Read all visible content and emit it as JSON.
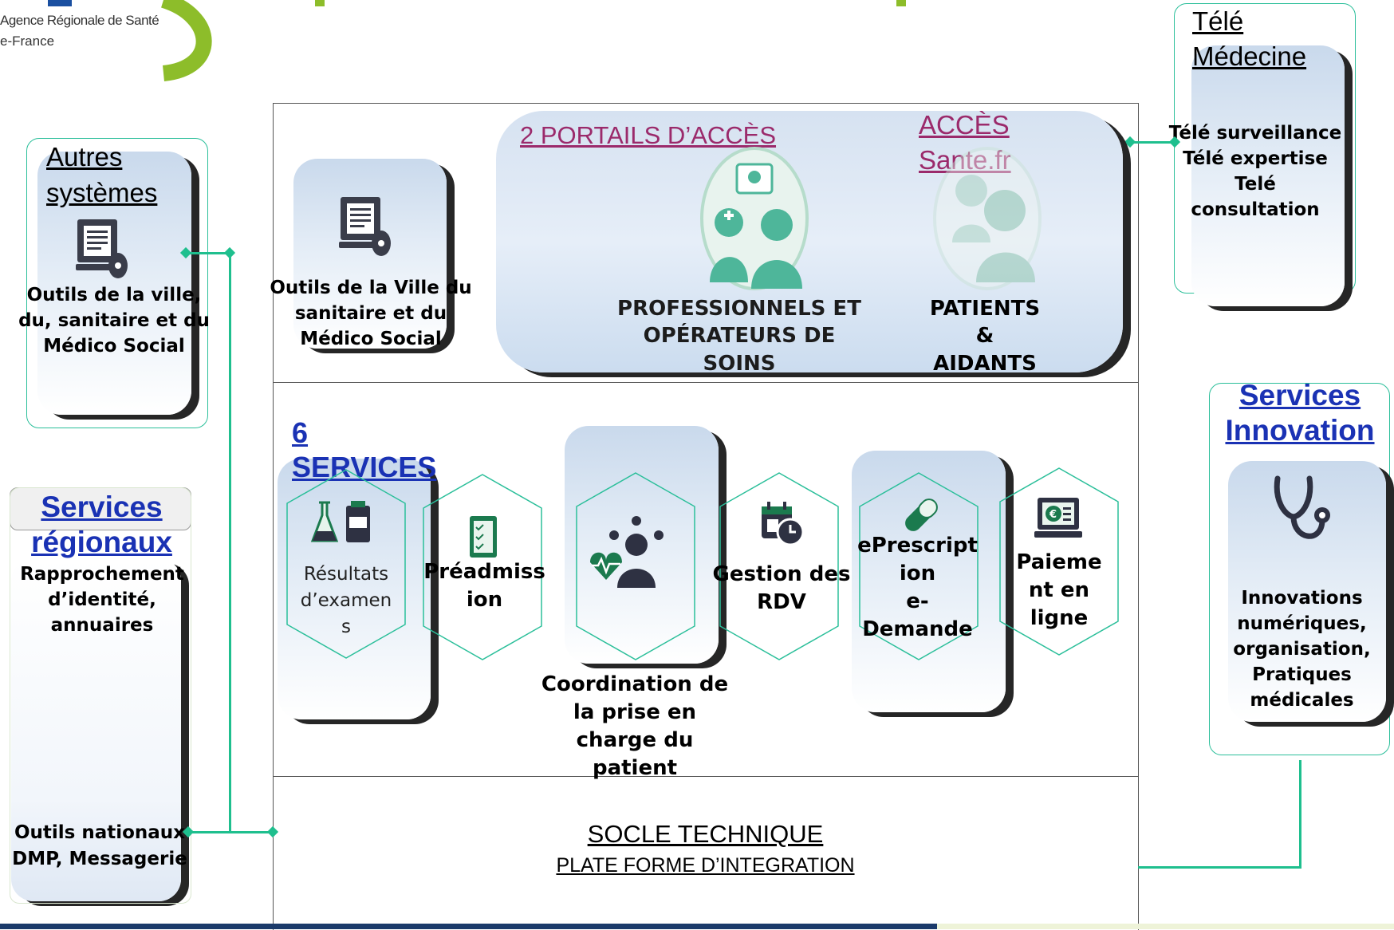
{
  "logo": {
    "line1": "Agence Régionale de Santé",
    "line2": "e-France"
  },
  "tele": {
    "title_l1": "Télé",
    "title_l2": "Médecine",
    "items": [
      "Télé surveillance",
      "Télé expertise",
      "Telé",
      "consultation"
    ]
  },
  "autres": {
    "title_l1": "Autres",
    "title_l2": "systèmes",
    "text": [
      "Outils de la ville,",
      "du, sanitaire et du",
      "Médico Social"
    ]
  },
  "regionaux": {
    "title_l1": "Services",
    "title_l2": "régionaux",
    "text": [
      "Rapprochement",
      "d’identité,",
      "annuaires"
    ],
    "bottom": [
      "Outils nationaux",
      "DMP, Messagerie"
    ]
  },
  "innovation": {
    "title_l1": "Services",
    "title_l2": "Innovation",
    "text": [
      "Innovations",
      "numériques,",
      "organisation,",
      "Pratiques",
      "médicales"
    ]
  },
  "portails": {
    "title": "2 PORTAILS D’ACCÈS",
    "acces_l1": "ACCÈS",
    "acces_l2": "Sante.fr",
    "ville": [
      "Outils de la Ville du",
      "sanitaire  et du",
      "Médico Social"
    ],
    "pros": [
      "PROFESSIONNELS ET",
      "OPÉRATEURS DE",
      "SOINS"
    ],
    "patients": [
      "PATIENTS",
      "&",
      "AIDANTS"
    ]
  },
  "services": {
    "title_l1": "6",
    "title_l2": "SERVICES",
    "resultats": [
      "Résultats",
      "d’examen",
      "s"
    ],
    "preadmission": [
      "Préadmiss",
      "ion"
    ],
    "coordination": [
      "Coordination de",
      "la prise en",
      "charge du",
      "patient"
    ],
    "rdv": [
      "Gestion des",
      "RDV"
    ],
    "eprescription": [
      "ePrescript",
      "ion",
      "e-",
      "Demande"
    ],
    "paiement": [
      "Paieme",
      "nt en",
      "ligne"
    ]
  },
  "socle": {
    "title": "SOCLE TECHNIQUE",
    "subtitle": "PLATE FORME D’INTEGRATION "
  },
  "colors": {
    "accent": "#1fbf8e",
    "link": "#1a32b4",
    "portal_link": "#9b2a6b",
    "logo_green": "#8dbd2a"
  }
}
